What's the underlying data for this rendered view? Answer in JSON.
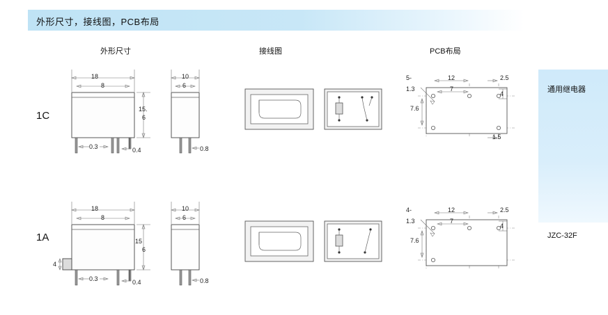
{
  "header": {
    "title": "外形尺寸，接线图，PCB布局"
  },
  "columns": [
    {
      "label": "外形尺寸"
    },
    {
      "label": "接线图"
    },
    {
      "label": "PCB布局"
    }
  ],
  "rows": [
    {
      "label": "1C"
    },
    {
      "label": "1A"
    }
  ],
  "side_panel": {
    "title": "通用继电器",
    "model": "JZC-32F"
  },
  "dimensions": {
    "row1": {
      "front_top_outer": "18",
      "front_top_inner": "8",
      "front_height": "15.6",
      "front_pin_left": "0.3",
      "front_pin_right": "0.4",
      "side_top_outer": "10",
      "side_top_inner": "6",
      "side_pin": "0.8",
      "pcb_hole_count": "5-",
      "pcb_hole_dia": "1.3",
      "pcb_dim_12": "12",
      "pcb_dim_7": "7",
      "pcb_dim_25": "2.5",
      "pcb_dim_4": "4",
      "pcb_dim_76": "7.6",
      "pcb_dim_15": "1.5"
    },
    "row2": {
      "front_top_outer": "18",
      "front_top_inner": "8",
      "front_height": "15.6",
      "front_pin_left": "0.3",
      "front_pin_right": "0.4",
      "front_flange": "4",
      "side_top_outer": "10",
      "side_top_inner": "6",
      "side_pin": "0.8",
      "pcb_hole_count": "4-",
      "pcb_hole_dia": "1.3",
      "pcb_dim_12": "12",
      "pcb_dim_7": "7",
      "pcb_dim_25": "2.5",
      "pcb_dim_4": "4",
      "pcb_dim_76": "7.6"
    }
  }
}
